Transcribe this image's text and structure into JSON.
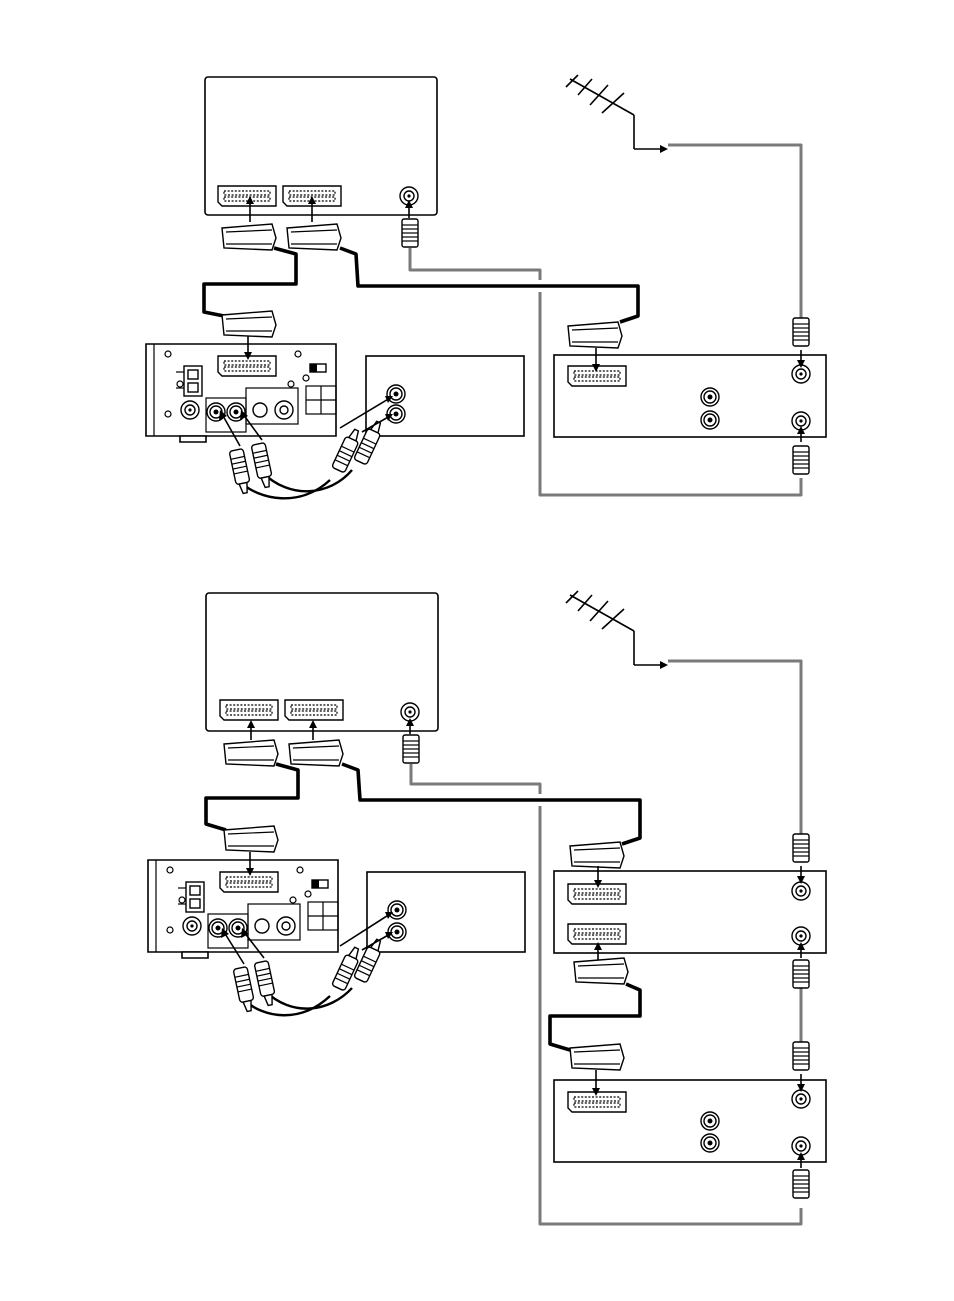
{
  "colors": {
    "line": "#000000",
    "antenna_cable": "#7a7a7a",
    "background": "#ffffff"
  },
  "figures": [
    {
      "id": "setup-single-recorder",
      "recorders": 1
    },
    {
      "id": "setup-two-recorders",
      "recorders": 2
    }
  ]
}
